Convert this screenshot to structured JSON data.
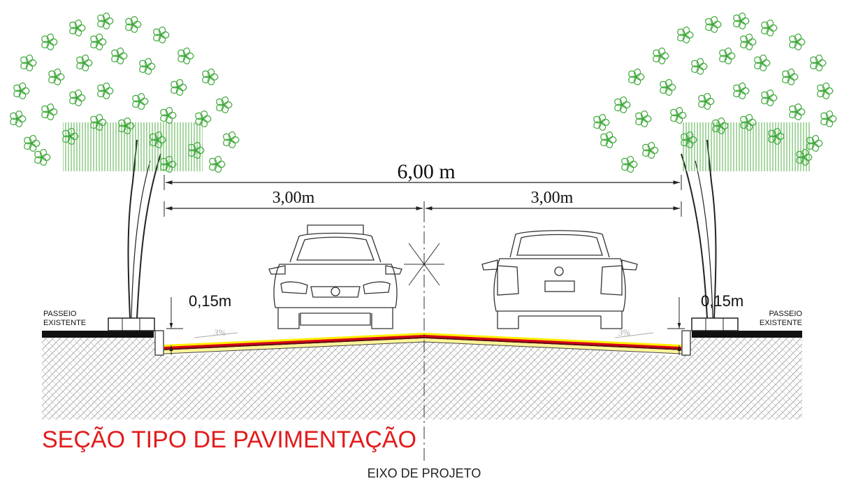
{
  "dimensions": {
    "total": "6,00 m",
    "left_lane": "3,00m",
    "right_lane": "3,00m",
    "curb_left": "0,15m",
    "curb_right": "0,15m"
  },
  "slopes": {
    "left": "3%",
    "right": "3%"
  },
  "labels": {
    "sidewalk_left_line1": "PASSEIO",
    "sidewalk_left_line2": "EXISTENTE",
    "sidewalk_right_line1": "PASSEIO",
    "sidewalk_right_line2": "EXISTENTE",
    "title": "SEÇÃO TIPO DE PAVIMENTAÇÃO",
    "axis": "EIXO DE PROJETO"
  },
  "colors": {
    "title": "#e31b1b",
    "foliage": "#3fa83a",
    "layer_yellow": "#ffee00",
    "layer_red": "#d4001a",
    "layer_dark": "#5a1010",
    "ground_hatch": "#8c8c8c",
    "line": "#222222"
  },
  "icons": {
    "tree_left": "tree-icon",
    "tree_right": "tree-icon",
    "car_front": "car-front-icon",
    "car_rear": "car-rear-icon",
    "axis_marker": "centerline-cross-icon"
  }
}
